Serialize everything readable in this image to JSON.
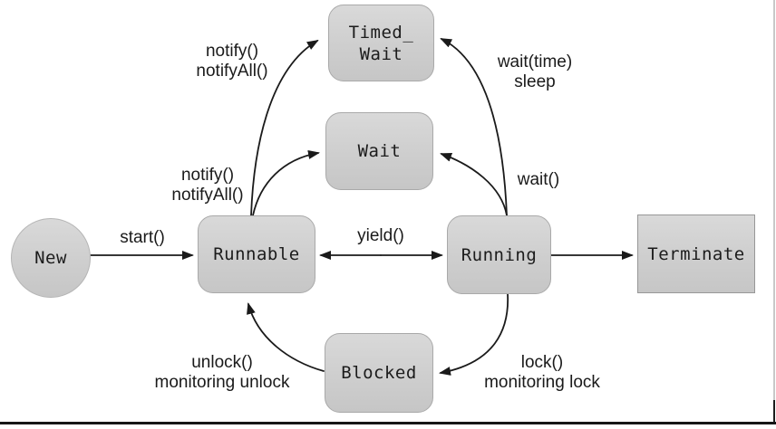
{
  "palette": {
    "node_fill_top": "#d9d9d9",
    "node_fill_bottom": "#c6c6c6",
    "node_border": "#a9a9a9",
    "arrow_color": "#1a1a1a",
    "text_color": "#1c1c1c",
    "background": "#ffffff"
  },
  "nodes": {
    "new": {
      "label": "New",
      "shape": "circle"
    },
    "runnable": {
      "label": "Runnable",
      "shape": "rounded-rect"
    },
    "running": {
      "label": "Running",
      "shape": "rounded-rect"
    },
    "terminate": {
      "label": "Terminate",
      "shape": "rect"
    },
    "timed_wait": {
      "line1": "Timed_",
      "line2": "Wait",
      "shape": "rounded-rect"
    },
    "wait": {
      "label": "Wait",
      "shape": "rounded-rect"
    },
    "blocked": {
      "label": "Blocked",
      "shape": "rounded-rect"
    }
  },
  "edges": {
    "start": {
      "from": "New",
      "to": "Runnable",
      "label": "start()"
    },
    "yield": {
      "from": "Runnable",
      "to": "Running",
      "bidirectional": true,
      "label": "yield()"
    },
    "running_to_terminate": {
      "from": "Running",
      "to": "Terminate",
      "label": ""
    },
    "runnable_to_timed_wait": {
      "from": "Runnable",
      "to": "Timed_Wait",
      "line1": "notify()",
      "line2": "notifyAll()"
    },
    "runnable_to_wait": {
      "from": "Runnable",
      "to": "Wait",
      "line1": "notify()",
      "line2": "notifyAll()"
    },
    "running_to_timed_wait": {
      "from": "Running",
      "to": "Timed_Wait",
      "line1": "wait(time)",
      "line2": "sleep"
    },
    "running_to_wait": {
      "from": "Running",
      "to": "Wait",
      "label": "wait()"
    },
    "running_to_blocked": {
      "from": "Running",
      "to": "Blocked",
      "line1": "lock()",
      "line2": "monitoring lock"
    },
    "blocked_to_runnable": {
      "from": "Blocked",
      "to": "Runnable",
      "line1": "unlock()",
      "line2": "monitoring unlock"
    }
  }
}
